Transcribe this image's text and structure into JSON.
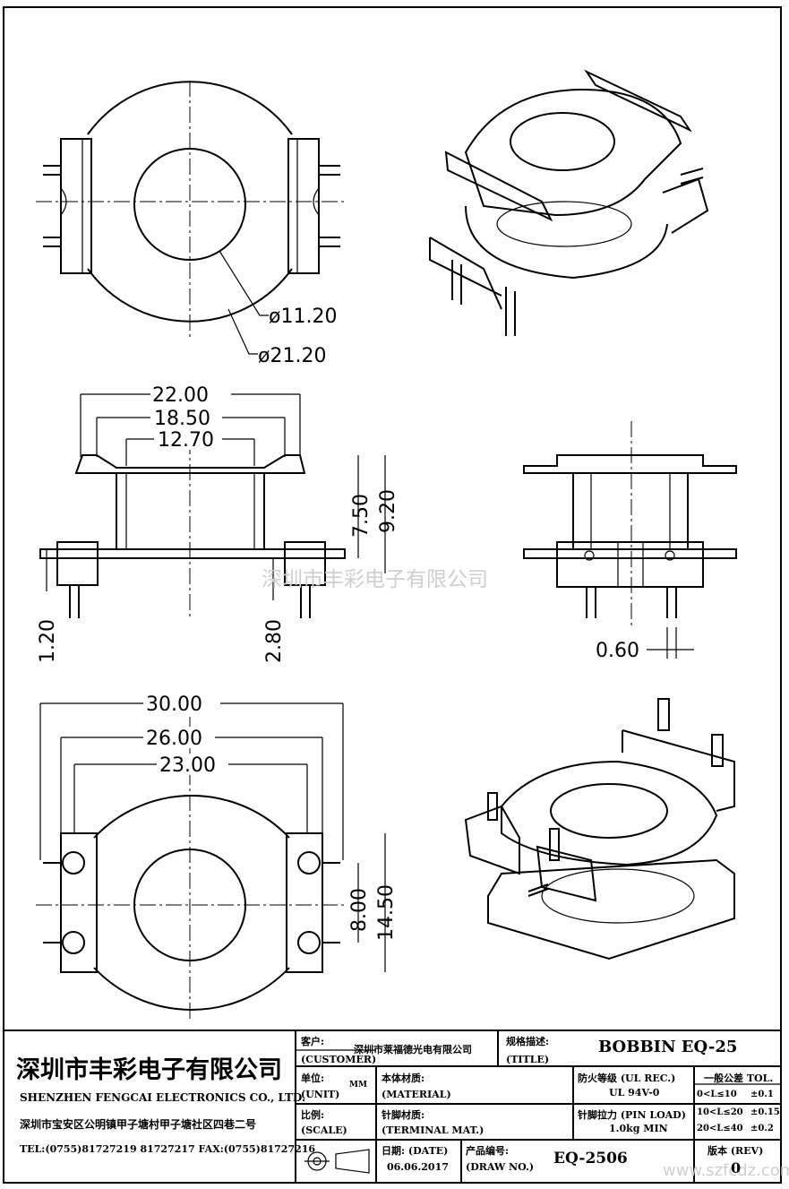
{
  "views": {
    "top": {
      "d_inner": "ø11.20",
      "d_outer": "ø21.20"
    },
    "front": {
      "w1": "22.00",
      "w2": "18.50",
      "w3": "12.70",
      "h1": "7.50",
      "h2": "9.20",
      "p1": "1.20",
      "p2": "2.80"
    },
    "side": {
      "pin": "0.60"
    },
    "bottom": {
      "w1": "30.00",
      "w2": "26.00",
      "w3": "23.00",
      "h1": "8.00",
      "h2": "14.50"
    }
  },
  "watermark": {
    "center": "深圳市丰彩电子有限公司",
    "corner": "www.szfcdz.com"
  },
  "title_block": {
    "company_cn": "深圳市丰彩电子有限公司",
    "company_en": "SHENZHEN FENGCAI ELECTRONICS CO., LTD.",
    "address": "深圳市宝安区公明镇甲子塘村甲子塘社区四巷二号",
    "contact": "TEL:(0755)81727219  81727217   FAX:(0755)81727216",
    "customer_label": "客户:",
    "customer_label_en": "(CUSTOMER)",
    "customer_value": "深圳市莱福德光电有限公司",
    "title_label": "规格描述:",
    "title_label_en": "(TITLE)",
    "title_value": "BOBBIN EQ-25",
    "unit_label": "单位:",
    "unit_label_en": "(UNIT)",
    "unit_value": "MM",
    "material_label": "本体材质:",
    "material_label_en": "(MATERIAL)",
    "fire_label": "防火等级 (UL REC.)",
    "fire_value": "UL 94V-0",
    "tol_label": "一般公差 TOL.",
    "tol_rows": [
      {
        "range": "0<L≤10",
        "value": "±0.1"
      },
      {
        "range": "10<L≤20",
        "value": "±0.15"
      },
      {
        "range": "20<L≤40",
        "value": "±0.2"
      }
    ],
    "scale_label": "比例:",
    "scale_label_en": "(SCALE)",
    "terminal_label": "针脚材质:",
    "terminal_label_en": "(TERMINAL MAT.)",
    "pinload_label": "针脚拉力 (PIN LOAD)",
    "pinload_value": "1.0kg MIN",
    "date_label": "日期: (DATE)",
    "date_value": "06.06.2017",
    "drawno_label": "产品编号:",
    "drawno_label_en": "(DRAW NO.)",
    "drawno_value": "EQ-2506",
    "rev_label": "版本 (REV)",
    "rev_value": "0"
  }
}
